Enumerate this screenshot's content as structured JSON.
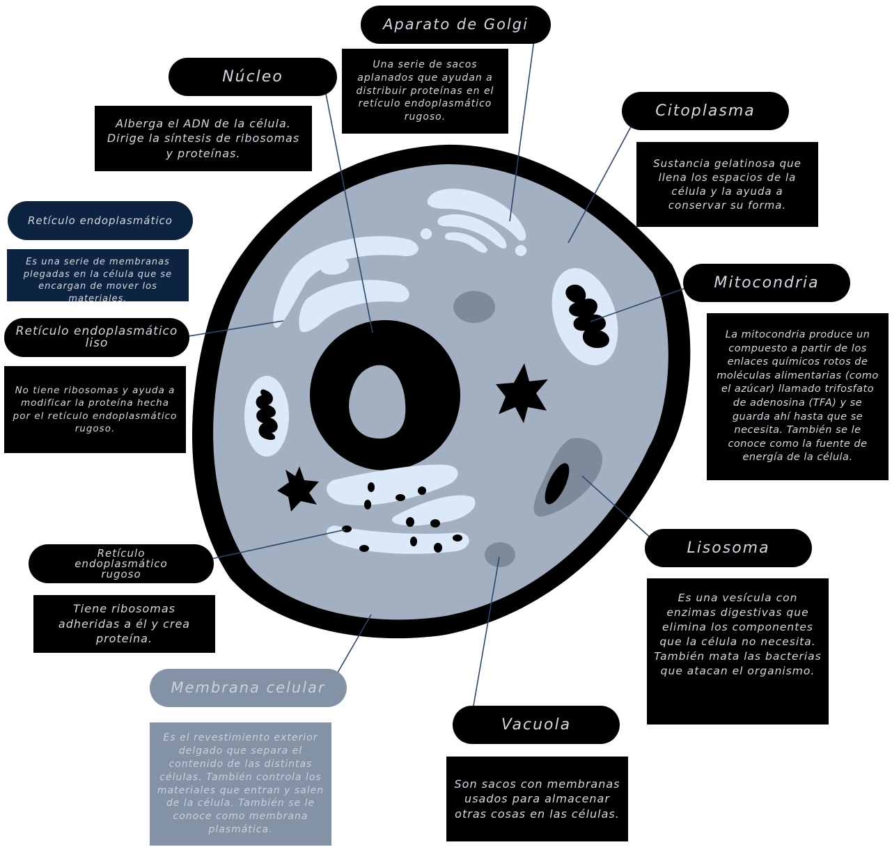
{
  "colors": {
    "cell_body": "#a3b0c1",
    "membrane": "#000000",
    "organelle_light": "#dbe9f9",
    "organelle_dark": "#000000",
    "vesicle_gray": "#7d8a9b",
    "leader_line": "#2c4669",
    "label_background": "#000000",
    "label_text": "#d3d9e2",
    "highlight_navy": "#0c2440",
    "membrane_label_bg": "#8392a5"
  },
  "labels": {
    "golgi": {
      "title": "Aparato de Golgi",
      "desc": "Una serie de sacos aplanados que ayudan a distribuir proteínas en el retículo endoplasmático rugoso."
    },
    "nucleus": {
      "title": "Núcleo",
      "desc": "Alberga el ADN de la célula. Dirige la síntesis de ribosomas y proteínas."
    },
    "cytoplasm": {
      "title": "Citoplasma",
      "desc": "Sustancia gelatinosa que llena los espacios de la célula y la ayuda a conservar su forma."
    },
    "er": {
      "title": "Retículo endoplasmático",
      "desc": "Es una serie de membranas plegadas en la célula que se encargan de mover los materiales."
    },
    "mitochondria": {
      "title": "Mitocondria",
      "desc": "La mitocondria produce un compuesto a partir de los enlaces químicos rotos de moléculas alimentarias (como el azúcar) llamado trifosfato de adenosina (TFA) y se guarda ahí hasta que se necesita. También se le conoce como la fuente de energía de la célula."
    },
    "smooth_er": {
      "title": "Retículo endoplasmático liso",
      "desc": "No tiene ribosomas y ayuda a modificar la proteína hecha por el retículo endoplasmático rugoso."
    },
    "lysosome": {
      "title": "Lisosoma",
      "desc": "Es una vesícula con enzimas digestivas que elimina los componentes que la célula no necesita. También mata las bacterias que atacan el organismo."
    },
    "rough_er": {
      "title": "Retículo endoplasmático rugoso",
      "desc": "Tiene ribosomas adheridas a él y crea proteína."
    },
    "membrane": {
      "title": "Membrana celular",
      "desc": "Es el revestimiento exterior delgado que separa el contenido de las distintas células. También controla los materiales que entran y salen de la célula. También se le conoce como membrana plasmática."
    },
    "vacuole": {
      "title": "Vacuola",
      "desc": "Son sacos con membranas usados para almacenar otras cosas en las células."
    }
  }
}
